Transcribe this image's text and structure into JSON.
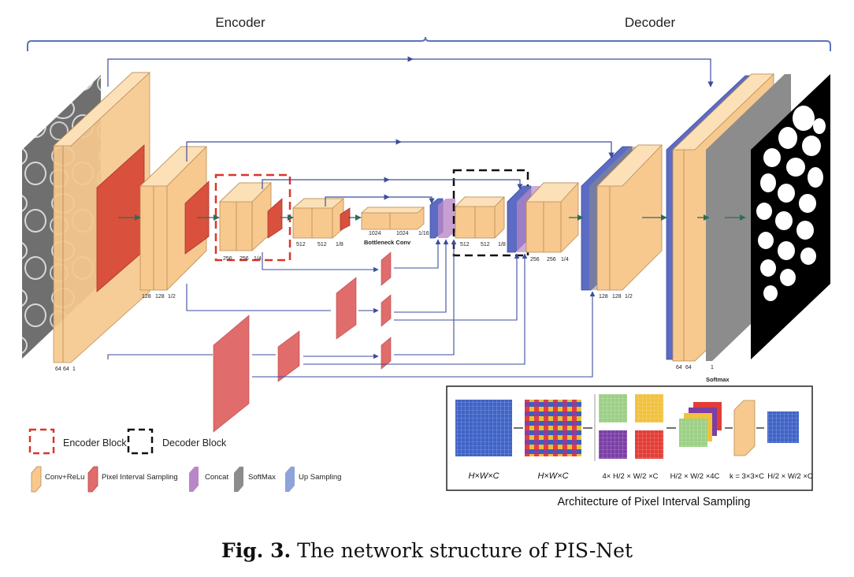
{
  "sections": {
    "encoder": "Encoder",
    "decoder": "Decoder"
  },
  "channels": {
    "c64": "64",
    "c128": "128",
    "c256": "256",
    "c512": "512",
    "c1024": "1024",
    "s1": "1",
    "s12": "1/2",
    "s14": "1/4",
    "s18": "1/8",
    "s116": "1/16"
  },
  "bottleneck": "Bottleneck Conv",
  "softmax": "Softmax",
  "legend": {
    "encoder_block": "Encoder Block",
    "decoder_block": "Decoder Block",
    "conv_relu": "Conv+ReLu",
    "pixel_interval": "Pixel Interval Sampling",
    "concat": "Concat",
    "softmax": "SoftMax",
    "up_sampling": "Up Sampling"
  },
  "pis": {
    "title": "Architecture of Pixel Interval Sampling",
    "label1": "H×W×C",
    "label2": "H×W×C",
    "label3": "4× H/2 × W/2 ×C",
    "label4": "H/2 × W/2 ×4C",
    "label5": "k = 3×3×C",
    "label6": "H/2 × W/2 ×C"
  },
  "caption": {
    "fig": "Fig. 3.",
    "text": "The network structure of PIS-Net"
  },
  "colors": {
    "conv": "#f7c98f",
    "conv_dark": "#e8a85c",
    "pis": "#e06c6c",
    "pis_dark": "#c94444",
    "concat": "#b987c7",
    "softmax": "#8c8c8c",
    "up": "#5c6cc4",
    "arrow": "#3d4d9c",
    "brace": "#5b74b8",
    "skip": "#6b7ec6"
  }
}
